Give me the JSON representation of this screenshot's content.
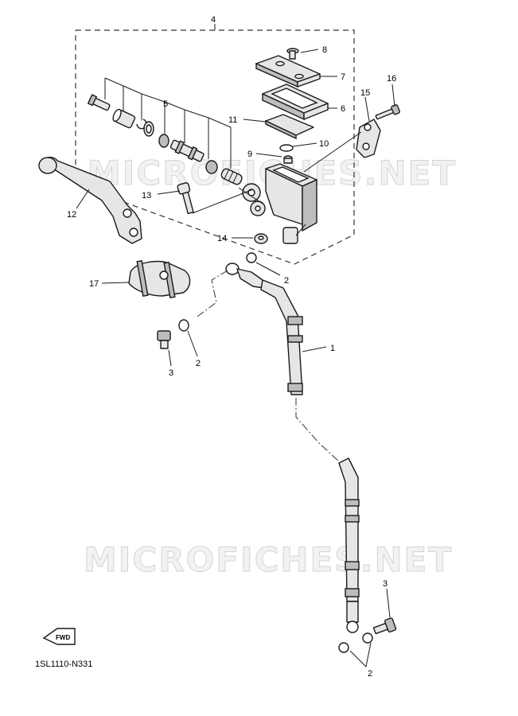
{
  "watermark": "MICROFICHES.NET",
  "diagram_code": "1SL1110-N331",
  "fwd_label": "FWD",
  "callouts": {
    "p1": "1",
    "p2a": "2",
    "p2b": "2",
    "p2c": "2",
    "p3a": "3",
    "p3b": "3",
    "p4": "4",
    "p5": "5",
    "p6": "6",
    "p7": "7",
    "p8": "8",
    "p9": "9",
    "p10": "10",
    "p11": "11",
    "p12": "12",
    "p13": "13",
    "p14": "14",
    "p15": "15",
    "p16": "16",
    "p17": "17"
  },
  "colors": {
    "line": "#1a1a1a",
    "part_fill": "#e6e6e6",
    "watermark_stroke": "#d4d4d4"
  }
}
